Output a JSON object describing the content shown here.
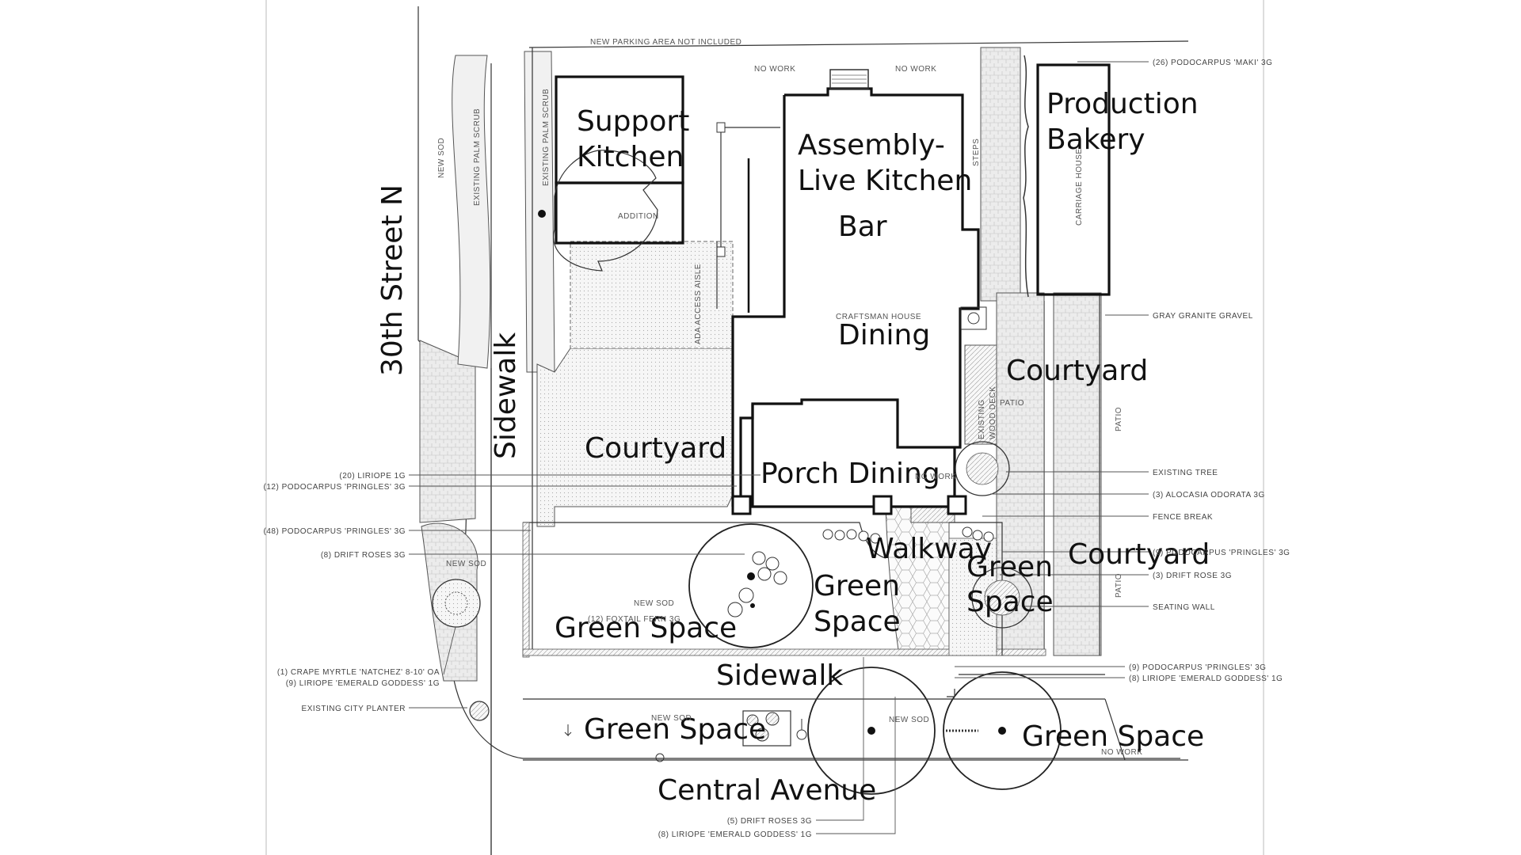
{
  "labels": {
    "support_kitchen_1": "Support",
    "support_kitchen_2": "Kitchen",
    "assembly_1": "Assembly-",
    "assembly_2": "Live Kitchen",
    "bar": "Bar",
    "production_1": "Production",
    "production_2": "Bakery",
    "dining": "Dining",
    "courtyard_left": "Courtyard",
    "courtyard_right": "Courtyard",
    "courtyard_lower_right": "Courtyard",
    "porch_dining": "Porch Dining",
    "walkway": "Walkway",
    "green_space_1": "Green Space",
    "green_space_2a": "Green",
    "green_space_2b": "Space",
    "green_space_3a": "Green",
    "green_space_3b": "Space",
    "green_space_4": "Green Space",
    "green_space_5": "Green Space",
    "sidewalk_vertical": "Sidewalk",
    "sidewalk_horizontal": "Sidewalk",
    "street": "30th Street N",
    "avenue": "Central Avenue"
  },
  "notes": {
    "new_parking": "NEW PARKING AREA NOT INCLUDED",
    "no_work_1": "NO WORK",
    "no_work_2": "NO WORK",
    "no_work_porch": "NO WORK",
    "no_work_avenue": "NO WORK",
    "craftsman": "CRAFTSMAN HOUSE",
    "addition": "ADDITION",
    "carriage": "CARRIAGE HOUSE",
    "steps": "STEPS",
    "patio_1": "PATIO",
    "patio_2": "PATIO",
    "patio_3": "PATIO",
    "wood_deck_1": "EXISTING",
    "wood_deck_2": "WOOD DECK",
    "new_sod_1": "NEW SOD",
    "new_sod_2": "NEW SOD",
    "new_sod_3": "NEW SOD",
    "new_sod_4": "NEW SOD",
    "new_sod_5": "NEW SOD",
    "palm_scrub_1": "EXISTING PALM SCRUB",
    "palm_scrub_2": "EXISTING PALM SCRUB",
    "ada_aisle": "ADA ACCESS AISLE",
    "foxtail": "(12) FOXTAIL FERN 3G"
  },
  "callouts": {
    "right": [
      "(26) PODOCARPUS 'MAKI' 3G",
      "GRAY GRANITE GRAVEL",
      "EXISTING TREE",
      "(3) ALOCASIA ODORATA 3G",
      "FENCE BREAK",
      "(9) PODOCARPUS 'PRINGLES' 3G",
      "(3) DRIFT ROSE 3G",
      "SEATING WALL",
      "(9) PODOCARPUS 'PRINGLES' 3G",
      "(8) LIRIOPE 'EMERALD GODDESS' 1G"
    ],
    "left": [
      "(20) LIRIOPE 1G",
      "(12) PODOCARPUS 'PRINGLES' 3G",
      "(48) PODOCARPUS 'PRINGLES' 3G",
      "(8) DRIFT ROSES 3G",
      "(1) CRAPE MYRTLE 'NATCHEZ' 8-10' OA",
      "(9) LIRIOPE 'EMERALD GODDESS' 1G",
      "EXISTING CITY PLANTER"
    ],
    "bottom": [
      "(5) DRIFT ROSES 3G",
      "(8) LIRIOPE 'EMERALD GODDESS' 1G"
    ]
  }
}
